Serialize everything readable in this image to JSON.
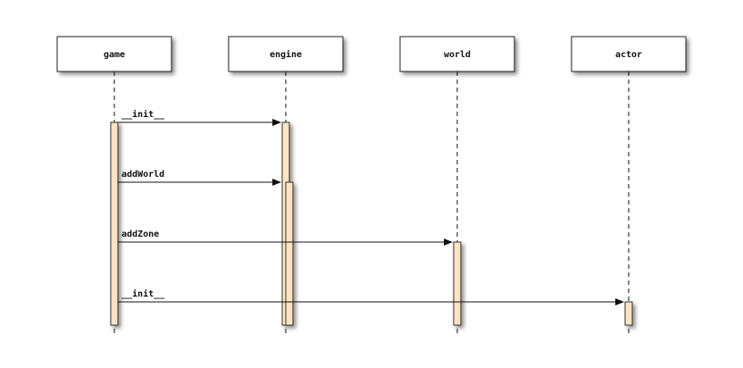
{
  "actors": [
    {
      "id": "game",
      "label": "game"
    },
    {
      "id": "engine",
      "label": "engine"
    },
    {
      "id": "world",
      "label": "world"
    },
    {
      "id": "actor",
      "label": "actor"
    }
  ],
  "messages": [
    {
      "from": "game",
      "to": "engine",
      "label": "__init__"
    },
    {
      "from": "game",
      "to": "engine",
      "label": "addWorld"
    },
    {
      "from": "game",
      "to": "world",
      "label": "addZone"
    },
    {
      "from": "game",
      "to": "actor",
      "label": "__init__"
    }
  ],
  "colors": {
    "activation_fill": "#ffe4bf",
    "activation_stroke": "#333333",
    "box_fill": "#ffffff",
    "box_stroke": "#222222",
    "line": "#111111"
  }
}
